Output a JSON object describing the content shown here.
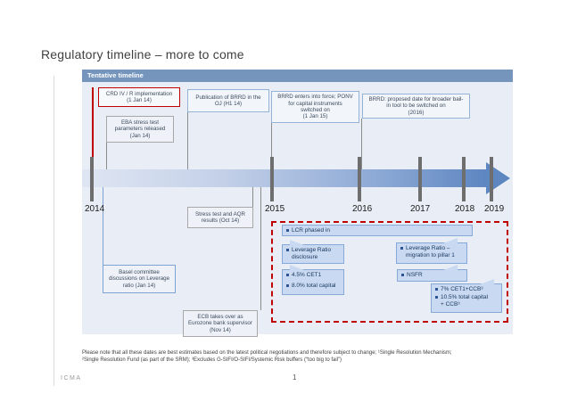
{
  "slide": {
    "title": "Regulatory timeline – more to come",
    "panel_header": "Tentative timeline"
  },
  "timeline": {
    "years": [
      "2014",
      "2015",
      "2016",
      "2017",
      "2018",
      "2019"
    ],
    "events_above": {
      "crd": "CRD IV / R implementation\n(1 Jan 14)",
      "eba": "EBA stress test\nparameters released\n(Jan 14)",
      "brrd_publication": "Publication of BRRD in the\nOJ (H1 14)",
      "brrd_force": "BRRD enters into force; PONV\nfor capital instruments\nswitched on\n(1 Jan 15)",
      "brrd_proposed": "BRRD: proposed date for broader bail-\nin tool to be switched on\n(2016)"
    },
    "events_below": {
      "aqr": "Stress test and AQR\nresults (Oct 14)",
      "basel": "Basel committee\ndiscussions on Leverage\nratio (Jan 14)",
      "ecb": "ECB takes over as\nEurozone bank supervisor\n(Nov 14)"
    }
  },
  "requirements": {
    "lcr": "LCR phased in",
    "leverage_disclosure": "Leverage Ratio\ndisclosure",
    "leverage_pillar1": "Leverage Ratio –\nmigration to pillar 1",
    "cet1_2015": "4.5% CET1",
    "total_capital_2015": "8.0% total capital",
    "nsfr": "NSFR",
    "cet1_2019": "7% CET1+CCB³",
    "total_capital_2019": "10.5% total capital\n+ CCB³"
  },
  "footnote": {
    "line1": "Please note that all these dates are best estimates based on the latest political negotiations and therefore subject to change; ¹Single Resolution Mechanism;",
    "line2": "²Single Resolution Fund (as part of the SRM); ³Excludes G-SIFI/O-SIFI/Systemic Risk buffers (“too big to fail”)"
  },
  "footer": {
    "brand": "ICMA",
    "page": "1"
  },
  "colors": {
    "accent_red": "#c00000",
    "header_bar": "#7595bd",
    "panel_bg": "#e9eef6",
    "band_start": "#dfe6f3",
    "band_end": "#5e86c1",
    "callout_fill": "#c9d9f1",
    "callout_border": "#86a9d8",
    "bullet": "#2e5596",
    "tick_gray": "#6e6e6e"
  }
}
